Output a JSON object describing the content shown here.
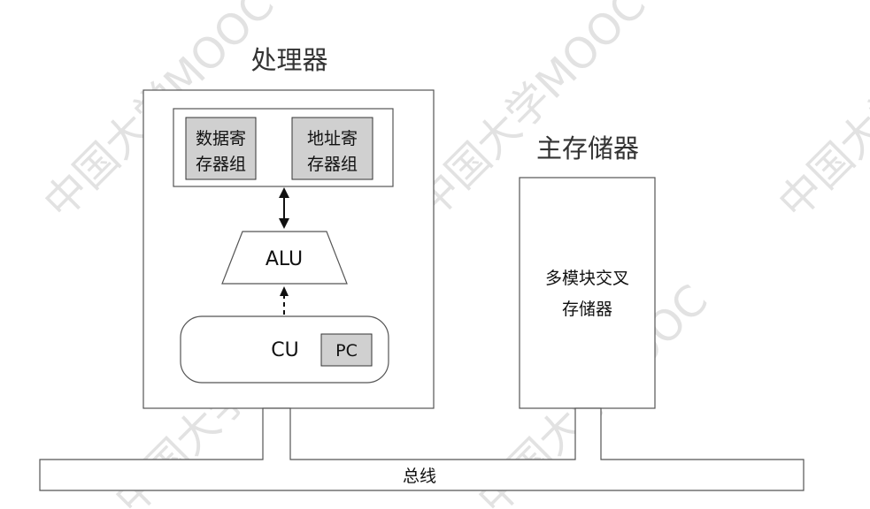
{
  "processor": {
    "title": "处理器",
    "data_registers": [
      "数据寄",
      "存器组"
    ],
    "address_registers": [
      "地址寄",
      "存器组"
    ],
    "alu_label": "ALU",
    "cu_label": "CU",
    "pc_label": "PC"
  },
  "memory": {
    "title": "主存储器",
    "body": [
      "多模块交叉",
      "存储器"
    ]
  },
  "bus": {
    "label": "总线"
  },
  "watermark": {
    "text": "中国大学MOOC"
  },
  "colors": {
    "stroke": "#555555",
    "register_fill": "#d0d0d0",
    "watermark": "#e2e2e2"
  }
}
